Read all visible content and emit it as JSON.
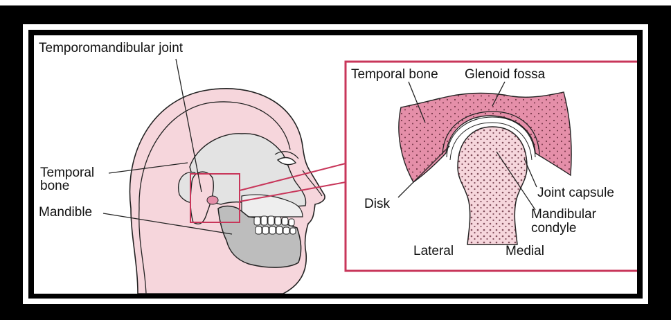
{
  "labels": {
    "tmj": "Temporomandibular joint",
    "temporal_bone_left_1": "Temporal",
    "temporal_bone_left_2": "bone",
    "mandible": "Mandible",
    "temporal_bone_inset": "Temporal bone",
    "glenoid_fossa": "Glenoid fossa",
    "disk": "Disk",
    "joint_capsule": "Joint capsule",
    "mandibular_condyle_1": "Mandibular",
    "mandibular_condyle_2": "condyle",
    "lateral": "Lateral",
    "medial": "Medial"
  },
  "colors": {
    "skin": "#f6d6dc",
    "bone_pink": "#e58fa9",
    "inset_border": "#c8365a",
    "skull": "#e3e3e3",
    "mandible": "#bdbdbd"
  }
}
